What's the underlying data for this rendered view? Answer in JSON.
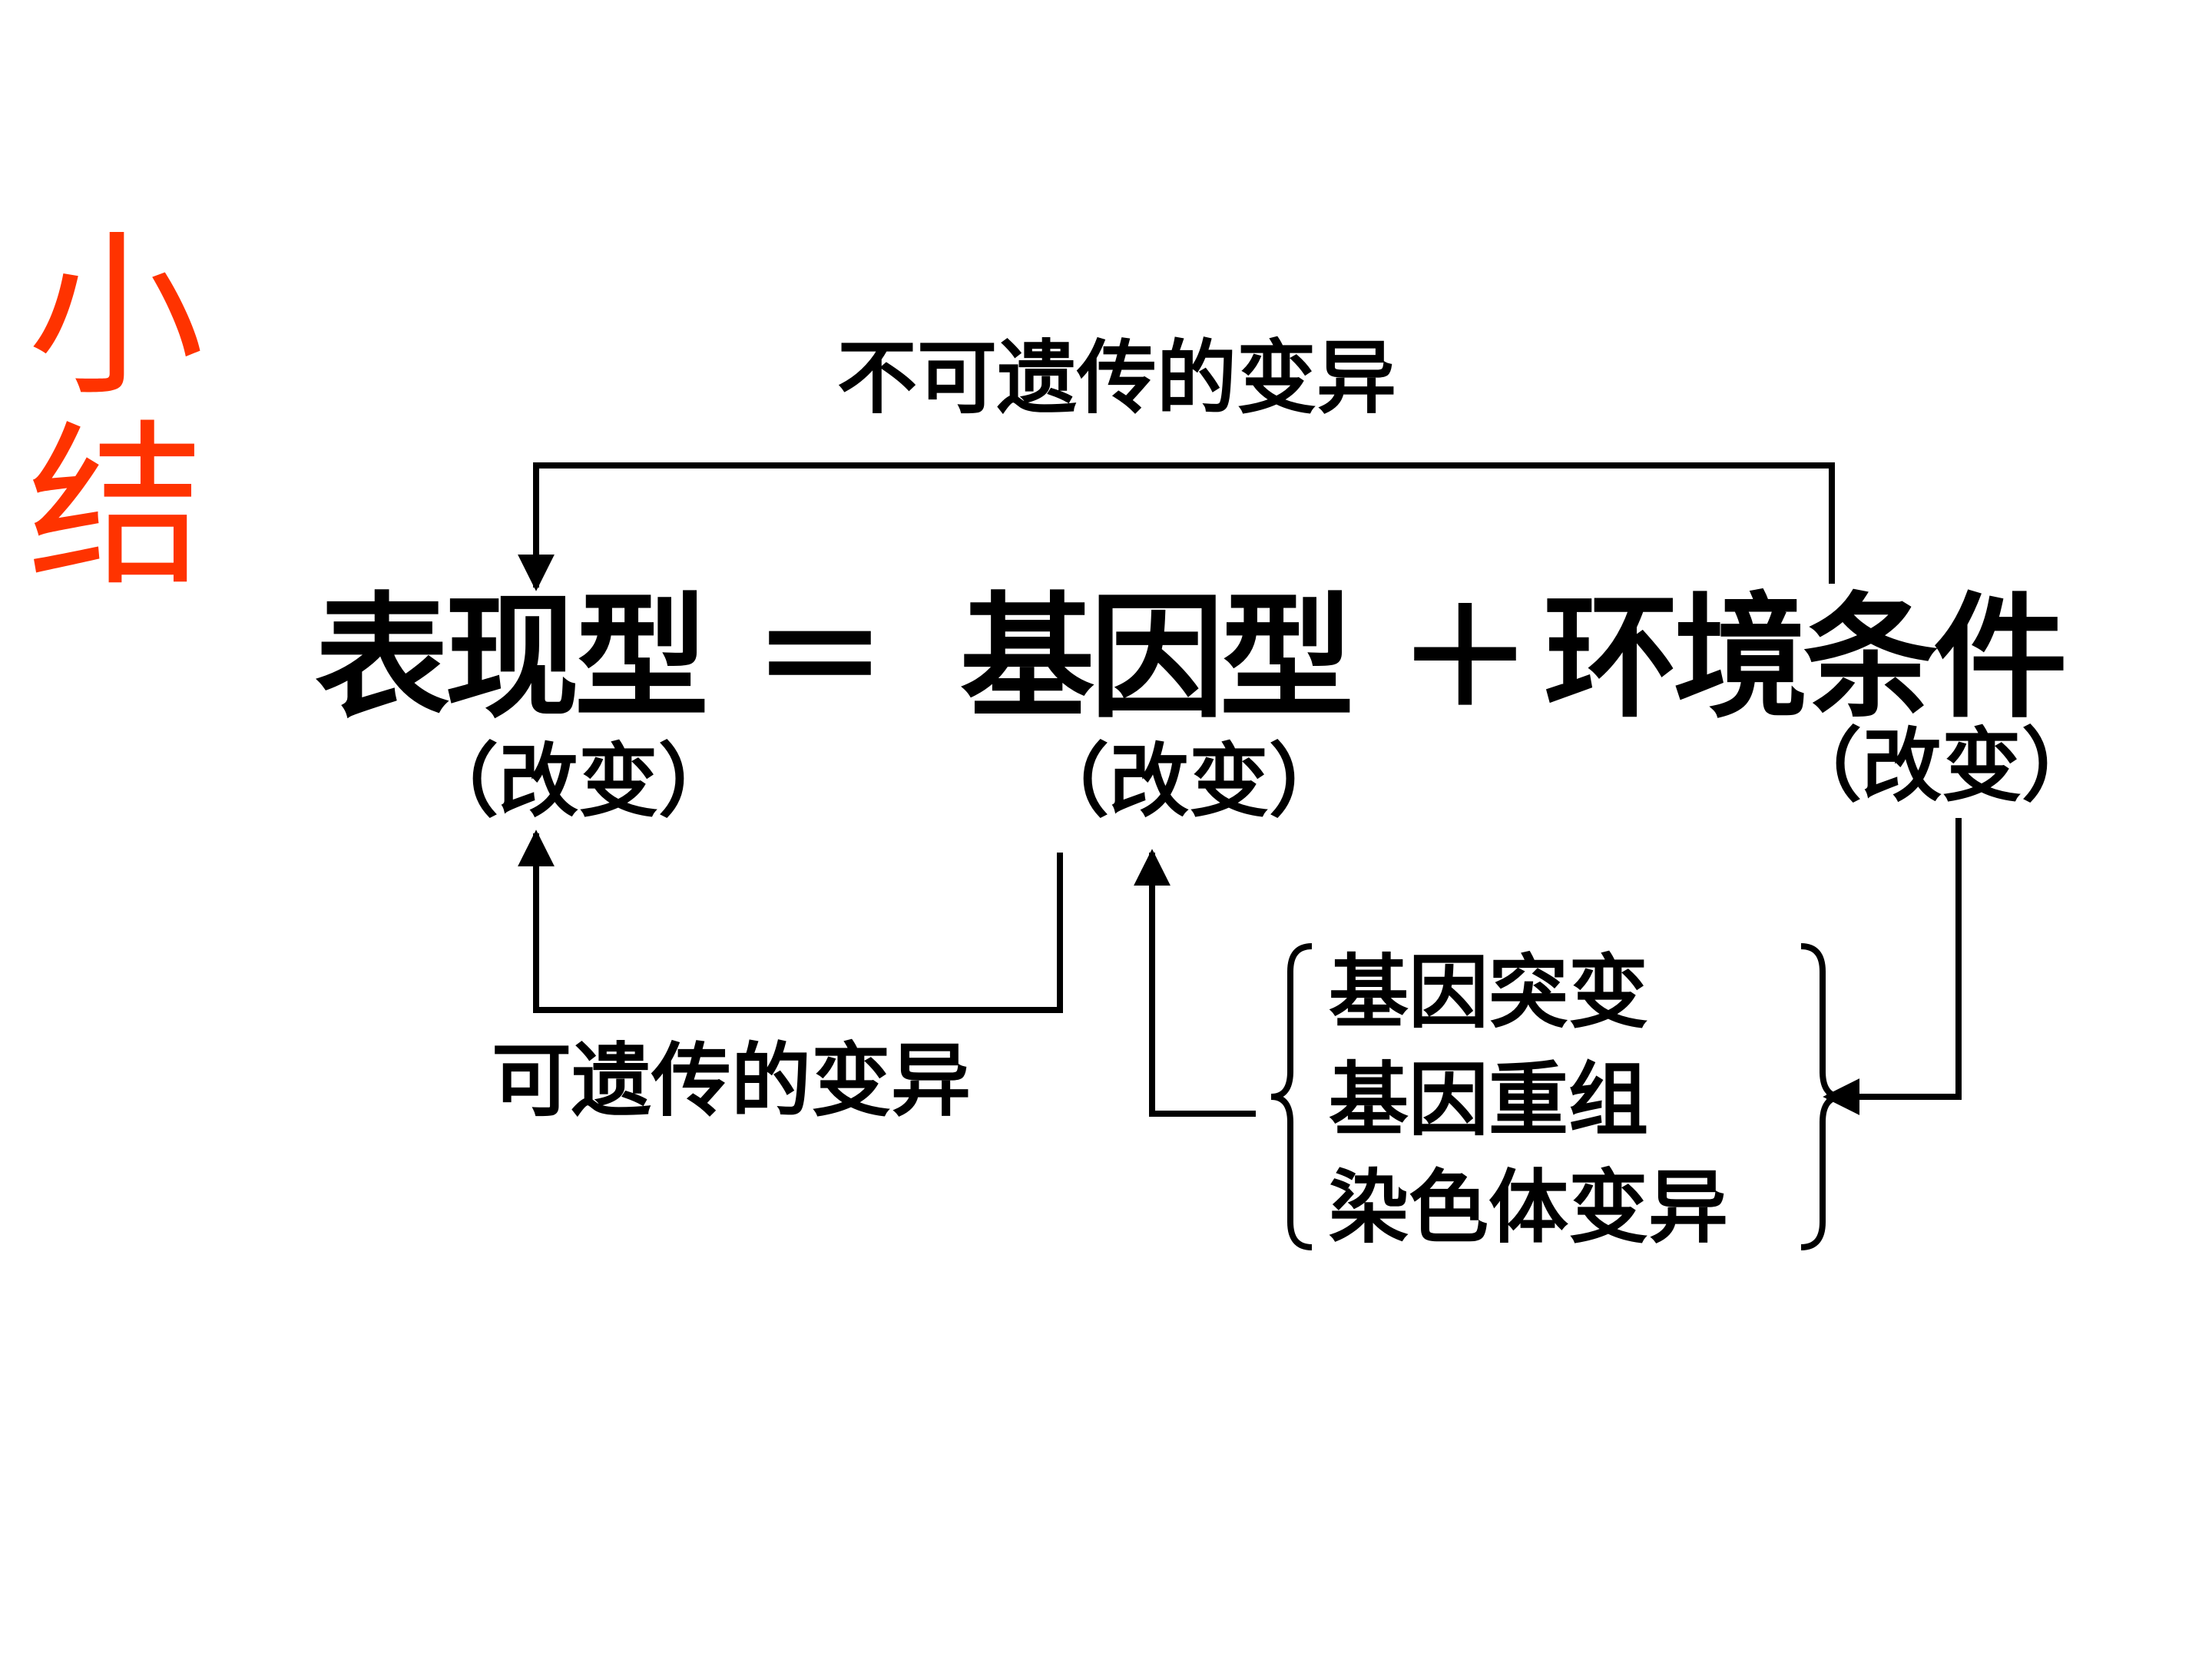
{
  "slide": {
    "summary_label": "小结",
    "equation": {
      "phenotype": "表现型",
      "equals": "＝",
      "genotype": "基因型",
      "plus": "＋",
      "environment": "环境条件"
    },
    "change_label_phenotype": "（改变）",
    "change_label_genotype": "（改变）",
    "change_label_environment": "（改变）",
    "non_heritable_variation": "不可遗传的变异",
    "heritable_variation": "可遗传的变异",
    "mechanisms": [
      "基因突变",
      "基因重组",
      "染色体变异"
    ]
  },
  "colors": {
    "summary": "#ff3300",
    "text": "#000000",
    "lines": "#000000"
  }
}
